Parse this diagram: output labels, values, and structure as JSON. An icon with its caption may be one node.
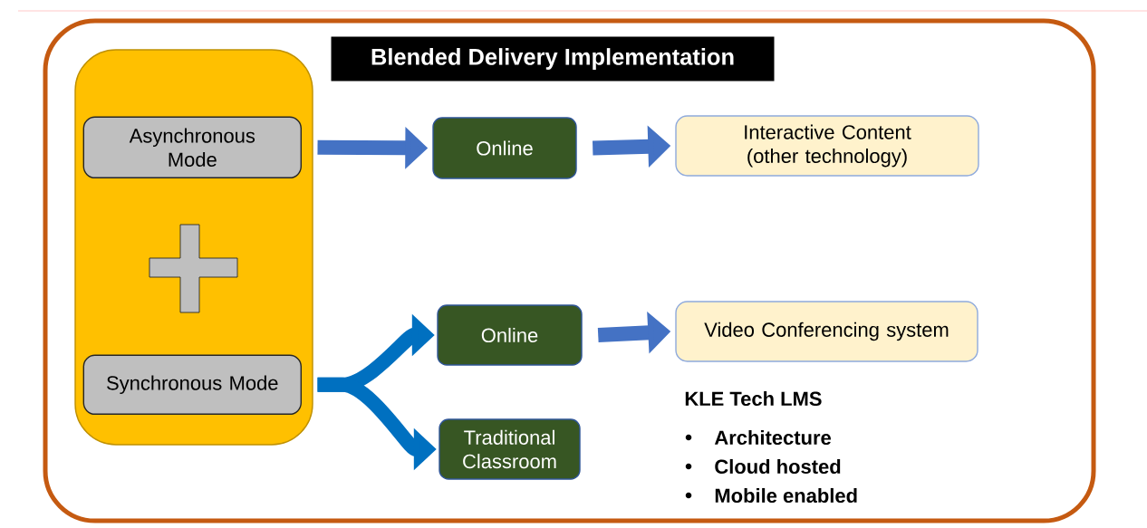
{
  "diagram": {
    "title": "Blended Delivery Implementation",
    "nodes": [
      {
        "text": [],
        "shape": "box"
      },
      {
        "text": [
          "Asynchronous Mode"
        ],
        "in": 0
      },
      {
        "text": [
          "Synchronous Mode"
        ],
        "in": 0
      },
      {
        "text": [
          "Online"
        ]
      },
      {
        "text": [
          "Interactive Content (other technology)"
        ]
      },
      {
        "text": [
          "Online"
        ]
      },
      {
        "text": [
          "Traditional Classroom"
        ]
      },
      {
        "text": [
          "Video Conferencing system"
        ]
      }
    ],
    "edges": [
      {
        "from": 1,
        "to": 3,
        "arrow": "to"
      },
      {
        "from": 3,
        "to": 4,
        "arrow": "to"
      },
      {
        "from": 2,
        "to": 5,
        "arrow": "to",
        "color": "#0070c0"
      },
      {
        "from": 2,
        "to": 6,
        "arrow": "to",
        "color": "#0070c0"
      },
      {
        "from": 5,
        "to": 7,
        "arrow": "to"
      }
    ],
    "labels": [
      "KLE Tech LMS",
      "Architecture",
      "Cloud hosted",
      "Mobile enabled"
    ]
  }
}
